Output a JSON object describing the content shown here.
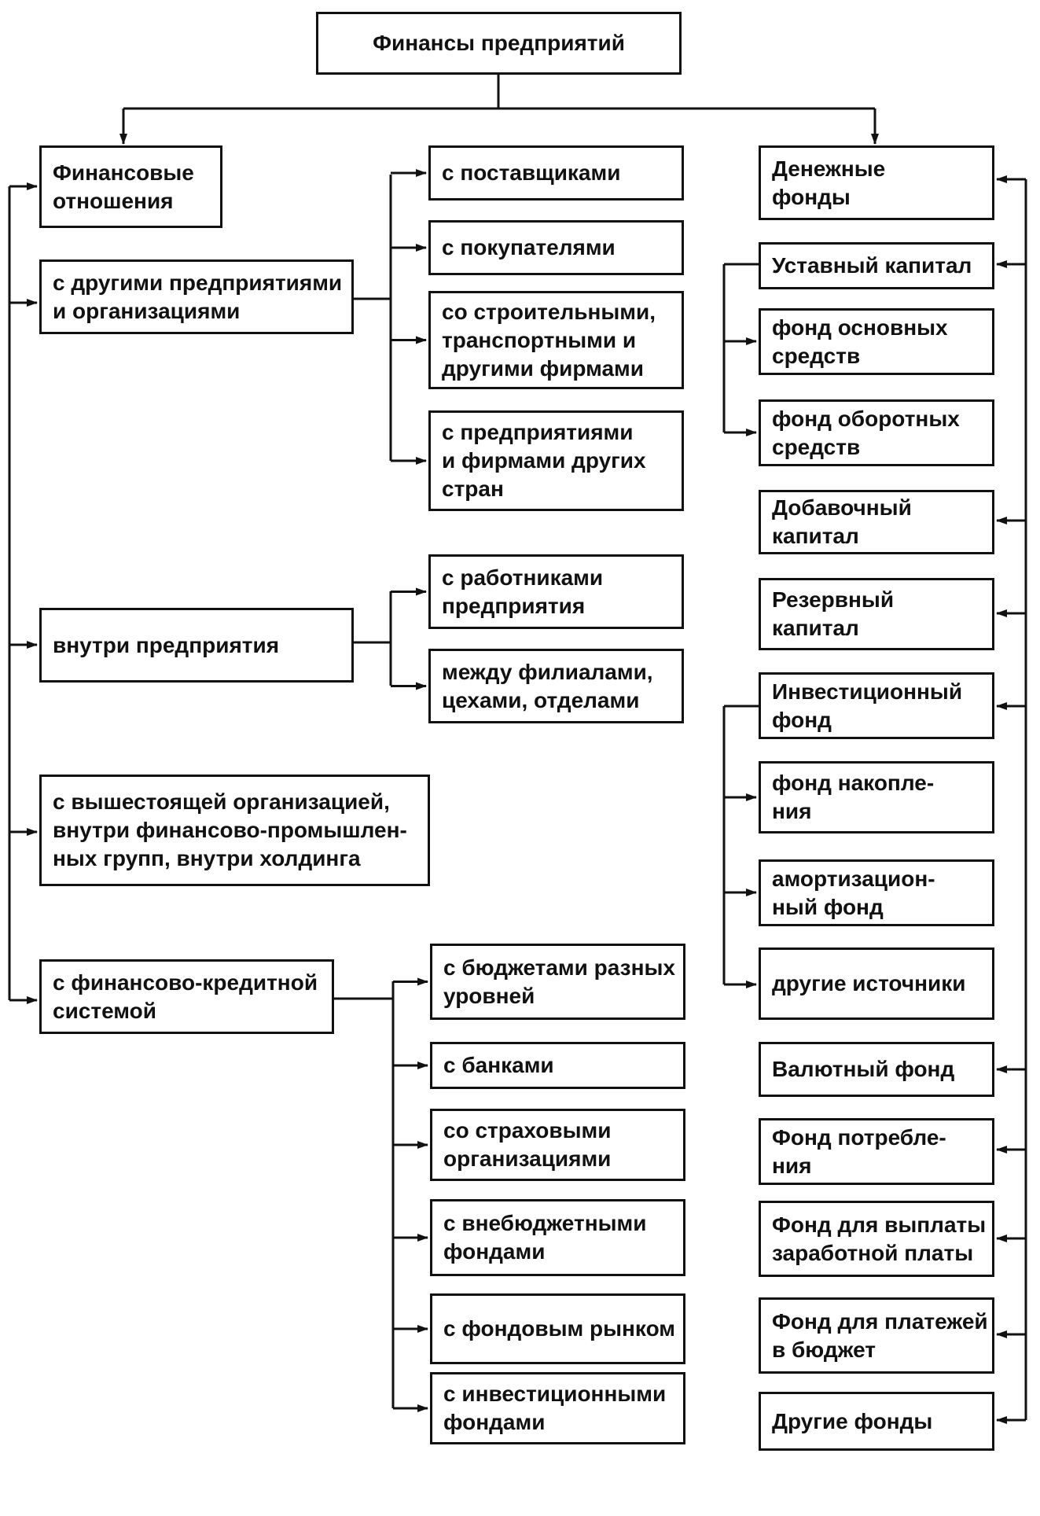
{
  "root": "Финансы предприятий",
  "relations": {
    "title": [
      "Финансовые",
      "отношения"
    ],
    "with_enterprises": {
      "label": [
        "с другими предприятиями",
        "и организациями"
      ],
      "items": [
        [
          "с поставщиками"
        ],
        [
          "с покупателями"
        ],
        [
          "со строительными,",
          "транспортными и",
          "другими фирмами"
        ],
        [
          "с предприятиями",
          "и фирмами других",
          "стран"
        ]
      ]
    },
    "internal": {
      "label": [
        "внутри предприятия"
      ],
      "items": [
        [
          "с работниками",
          "предприятия"
        ],
        [
          "между филиалами,",
          "цехами, отделами"
        ]
      ]
    },
    "higher": {
      "label": [
        "с вышестоящей организацией,",
        "внутри финансово-промышлен-",
        "ных групп, внутри холдинга"
      ]
    },
    "financial_credit": {
      "label": [
        "с финансово-кредитной",
        "системой"
      ],
      "items": [
        [
          "с бюджетами разных",
          "уровней"
        ],
        [
          "с банками"
        ],
        [
          "со страховыми",
          "организациями"
        ],
        [
          "с внебюджетными",
          "фондами"
        ],
        [
          "с фондовым рынком"
        ],
        [
          "с инвестиционными",
          "фондами"
        ]
      ]
    }
  },
  "funds": {
    "title": [
      "Денежные",
      "фонды"
    ],
    "charter_capital": {
      "label": [
        "Уставный капитал"
      ],
      "items": [
        [
          "фонд основных",
          "средств"
        ],
        [
          "фонд оборотных",
          "средств"
        ]
      ]
    },
    "additional_capital": [
      "Добавочный",
      "капитал"
    ],
    "reserve_capital": [
      "Резервный",
      "капитал"
    ],
    "investment_fund": {
      "label": [
        "Инвестиционный",
        "фонд"
      ],
      "items": [
        [
          "фонд накопле-",
          "ния"
        ],
        [
          "амортизацион-",
          "ный фонд"
        ],
        [
          "другие источники"
        ]
      ]
    },
    "others": [
      [
        "Валютный фонд"
      ],
      [
        "Фонд потребле-",
        "ния"
      ],
      [
        "Фонд для выплаты",
        "заработной платы"
      ],
      [
        "Фонд для платежей",
        "в бюджет"
      ],
      [
        "Другие фонды"
      ]
    ]
  }
}
